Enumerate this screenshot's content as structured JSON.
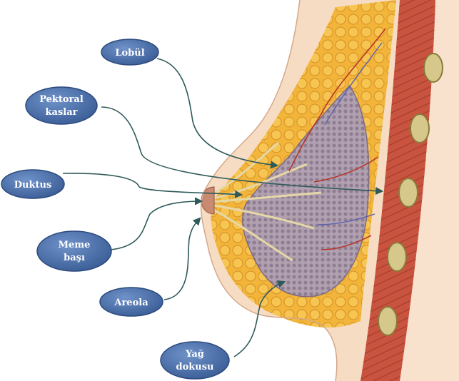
{
  "labels": {
    "lobul": "Lobül",
    "pektoral_line1": "Pektoral",
    "pektoral_line2": "kaslar",
    "duktus": "Duktus",
    "meme_line1": "Meme",
    "meme_line2": "başı",
    "areola": "Areola",
    "yag_line1": "Yağ",
    "yag_line2": "dokusu"
  },
  "colors": {
    "label_fill": "#4a6fa8",
    "label_stroke": "#2c4a7e",
    "leader_line": "#2f5a5a",
    "skin": "#f6d8c0",
    "fat": "#f0b43a",
    "muscle": "#c0483a",
    "gland": "#9a8a9c"
  }
}
